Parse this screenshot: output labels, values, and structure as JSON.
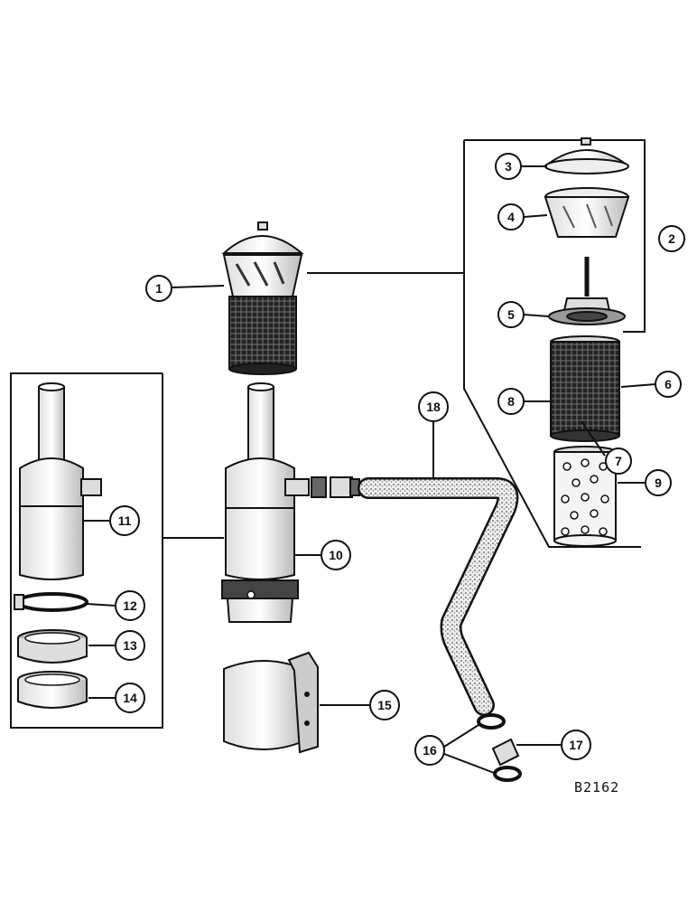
{
  "figure": {
    "drawing_code": "B2162",
    "callouts": [
      "1",
      "2",
      "3",
      "4",
      "5",
      "6",
      "7",
      "8",
      "9",
      "10",
      "11",
      "12",
      "13",
      "14",
      "15",
      "16",
      "17",
      "18"
    ]
  }
}
